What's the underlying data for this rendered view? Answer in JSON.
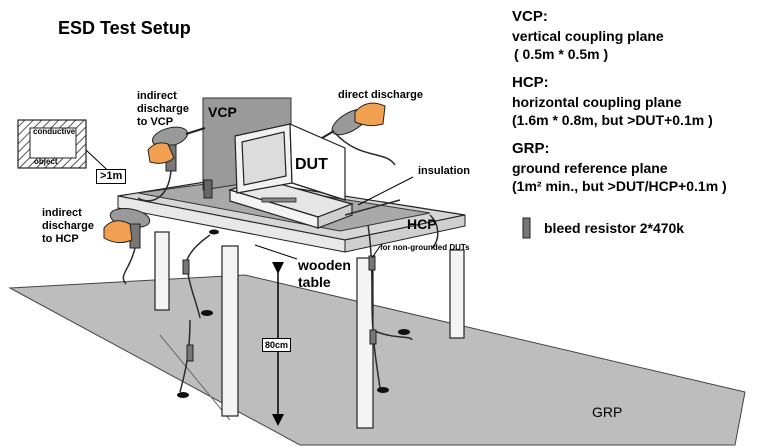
{
  "title": "ESD Test Setup",
  "legend": {
    "vcp": {
      "abbr": "VCP:",
      "desc": "vertical coupling plane",
      "size": "( 0.5m * 0.5m )"
    },
    "hcp": {
      "abbr": "HCP:",
      "desc": "horizontal coupling plane",
      "size": "(1.6m * 0.8m, but >DUT+0.1m )"
    },
    "grp": {
      "abbr": "GRP:",
      "desc": "ground reference plane",
      "size": "(1m² min., but >DUT/HCP+0.1m )"
    },
    "bleed": "bleed resistor 2*470k"
  },
  "labels": {
    "conductive": "conductive",
    "object": "object",
    "gt1m": ">1m",
    "indirect_vcp": [
      "indirect",
      "discharge",
      "to VCP"
    ],
    "indirect_hcp": [
      "indirect",
      "discharge",
      "to HCP"
    ],
    "vcp": "VCP",
    "dut": "DUT",
    "direct": "direct discharge",
    "insulation": "insulation",
    "hcp": "HCP",
    "non_grounded": "for non-grounded DUTs",
    "wooden_table": [
      "wooden",
      "table"
    ],
    "height": "80cm",
    "grp": "GRP"
  },
  "colors": {
    "grp_fill": "#bdbdbd",
    "table_top": "#d6d6d6",
    "hcp_fill": "#a9a9a9",
    "vcp_fill": "#9a9a9a",
    "hand": "#f0a050",
    "cable": "#2b2b2b"
  },
  "icons": [
    "esd-gun-icon",
    "hand-icon",
    "bleed-resistor-icon",
    "computer-monitor-icon"
  ]
}
